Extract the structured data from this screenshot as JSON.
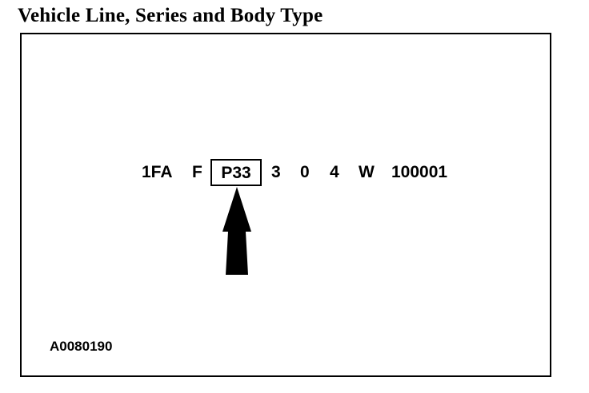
{
  "title": "Vehicle Line, Series and Body Type",
  "vin": {
    "segments": [
      "1FA",
      "F",
      "P33",
      "3",
      "0",
      "4",
      "W",
      "100001"
    ],
    "highlighted_index": 2
  },
  "reference_code": "A0080190",
  "colors": {
    "ink": "#000000",
    "background": "#ffffff"
  },
  "icons": {
    "pointer": "arrow-up-icon"
  }
}
